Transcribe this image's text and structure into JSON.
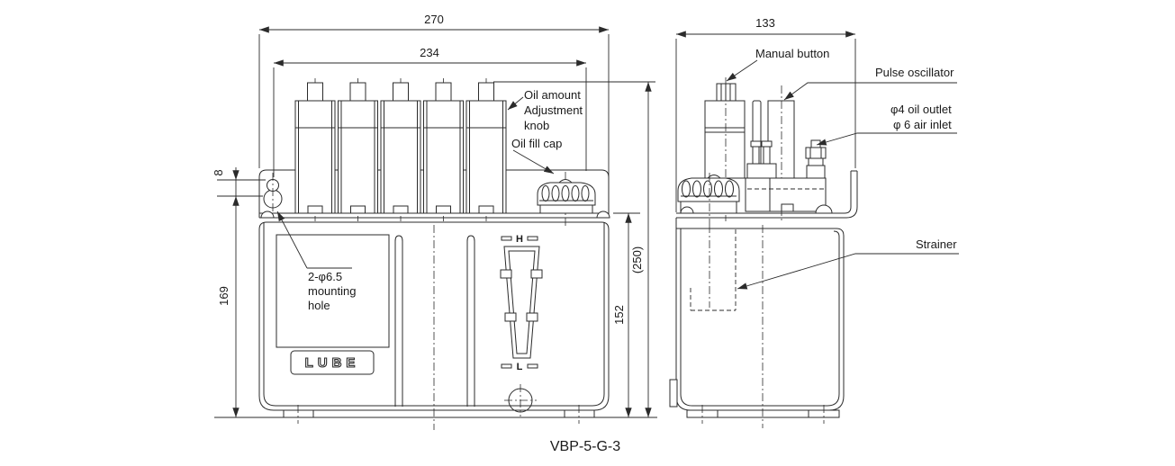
{
  "drawing": {
    "model": "VBP-5-G-3",
    "brand_logo": "LUBE",
    "line_color": "#2b2b2b",
    "front_view": {
      "dims": {
        "overall_width": "270",
        "mounting_pitch": "234",
        "hole_offset": "8",
        "hole_height": "169",
        "tank_height": "152",
        "overall_height": "(250)"
      },
      "labels": {
        "oil_amount_line1": "Oil amount",
        "oil_amount_line2": "Adjustment",
        "oil_amount_line3": "knob",
        "oil_fill_cap": "Oil fill cap",
        "mounting_hole_line1": "2-φ6.5",
        "mounting_hole_line2": "mounting",
        "mounting_hole_line3": "hole"
      },
      "gauge": {
        "high": "H",
        "low": "L"
      }
    },
    "side_view": {
      "dims": {
        "overall_depth": "133"
      },
      "labels": {
        "manual_button": "Manual button",
        "pulse_oscillator": "Pulse oscillator",
        "oil_outlet": "φ4 oil outlet",
        "air_inlet": "φ 6 air inlet",
        "strainer": "Strainer"
      }
    }
  }
}
